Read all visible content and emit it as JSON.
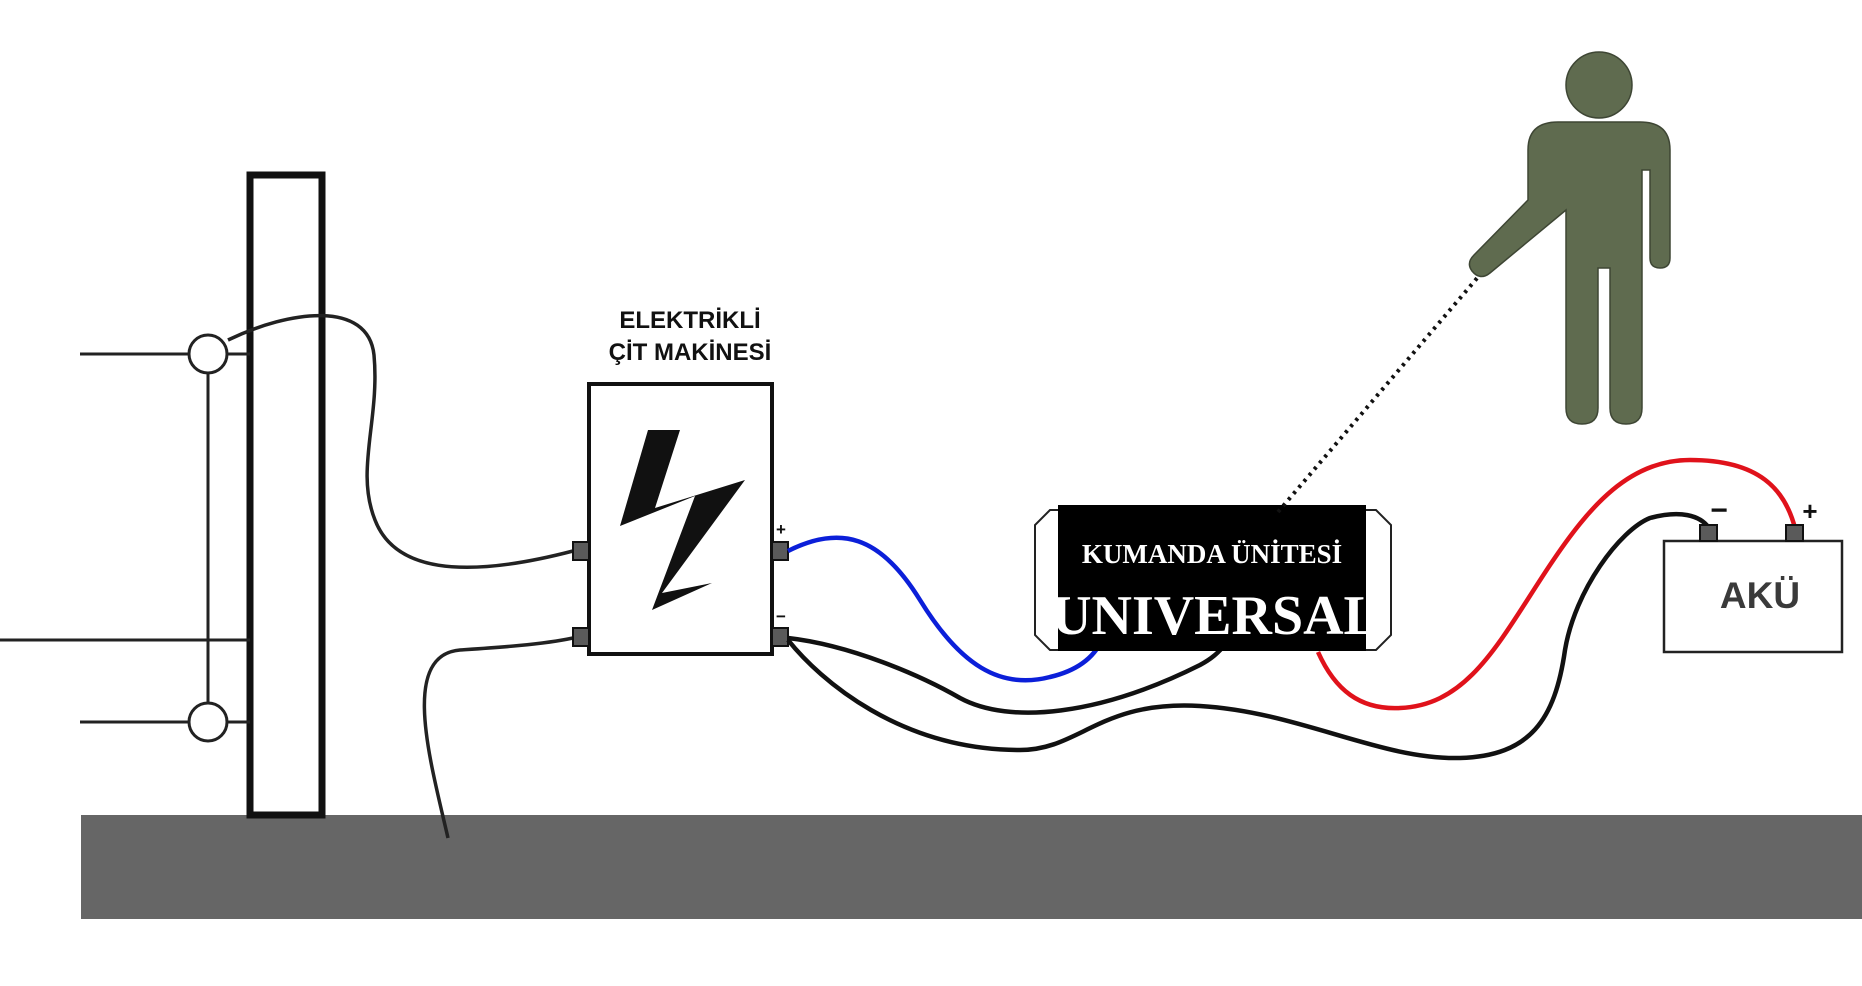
{
  "fence_energizer": {
    "label_line1": "ELEKTRİKLİ",
    "label_line2": "ÇİT MAKİNESİ",
    "terminal_plus": "+",
    "terminal_minus": "−",
    "icon": "lightning-bolt-icon"
  },
  "control_unit": {
    "label_top": "KUMANDA ÜNİTESİ",
    "label_brand": "UNIVERSAL"
  },
  "battery": {
    "label": "AKÜ",
    "terminal_minus": "−",
    "terminal_plus": "+"
  },
  "person": {
    "icon": "person-icon"
  },
  "colors": {
    "ground": "#666666",
    "person": "#5f6b4f",
    "wire_blue": "#0b1fd9",
    "wire_red": "#e0121b",
    "wire_black": "#111111",
    "terminal": "#5a5a5a",
    "control_unit_body": "#000000"
  }
}
